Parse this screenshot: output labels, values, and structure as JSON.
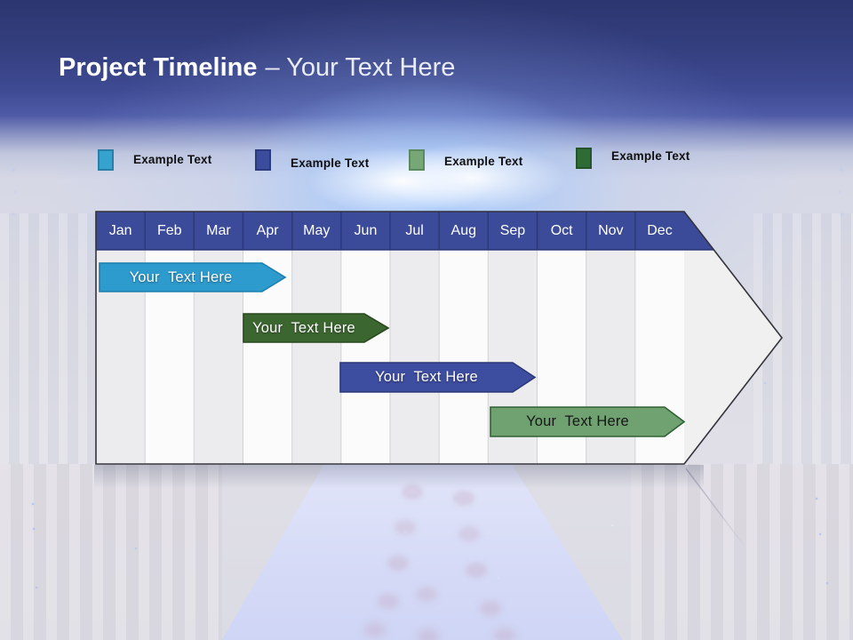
{
  "slide": {
    "title_primary": "Project Timeline",
    "title_secondary": "– Your Text Here"
  },
  "legend": {
    "items": [
      {
        "label": "Example Text",
        "color": "#35A3CE",
        "border": "#2A7FA8"
      },
      {
        "label": "Example Text",
        "color": "#3A4C9B",
        "border": "#2C3A7E"
      },
      {
        "label": "Example Text",
        "color": "#77A677",
        "border": "#5B8A5F"
      },
      {
        "label": "Example Text",
        "color": "#2E6B35",
        "border": "#24552A"
      }
    ]
  },
  "chart_data": {
    "type": "bar",
    "variant": "gantt-arrow-timeline",
    "title": "Project Timeline – Your Text Here",
    "x_categories": [
      "Jan",
      "Feb",
      "Mar",
      "Apr",
      "May",
      "Jun",
      "Jul",
      "Aug",
      "Sep",
      "Oct",
      "Nov",
      "Dec"
    ],
    "header_fill": "#3B4A99",
    "header_divider": "#2B3875",
    "header_text_color": "#FFFFFF",
    "body_fill": "#FBFBFB",
    "body_stripe_fill": "#ECECEE",
    "arrow_tip_fill": "#F0F0F0",
    "outline_color": "#33333B",
    "grid": "monthly columns, alternating shading, legend on top",
    "series": [
      {
        "name": "Your  Text Here",
        "color": "#2E9BCE",
        "border": "#1C7FAD",
        "text_color": "#FFFFFF",
        "row": 1,
        "start": "Jan",
        "end": "early Apr",
        "start_month_index": 0.1,
        "end_month_index": 3.9
      },
      {
        "name": "Your  Text Here",
        "color": "#3C6630",
        "border": "#2A4A20",
        "text_color": "#FFFFFF",
        "row": 2,
        "start": "Apr",
        "end": "Jun",
        "start_month_index": 3.0,
        "end_month_index": 6.0
      },
      {
        "name": "Your  Text Here",
        "color": "#3D4DA0",
        "border": "#2B3875",
        "text_color": "#FFFFFF",
        "row": 3,
        "start": "Jun",
        "end": "mid Sep",
        "start_month_index": 5.0,
        "end_month_index": 8.9
      },
      {
        "name": "Your  Text Here",
        "color": "#6FA171",
        "border": "#2F6233",
        "text_color": "#1C1C1C",
        "row": 4,
        "start": "Sep",
        "end": "Dec",
        "start_month_index": 8.0,
        "end_month_index": 12.0
      }
    ]
  }
}
